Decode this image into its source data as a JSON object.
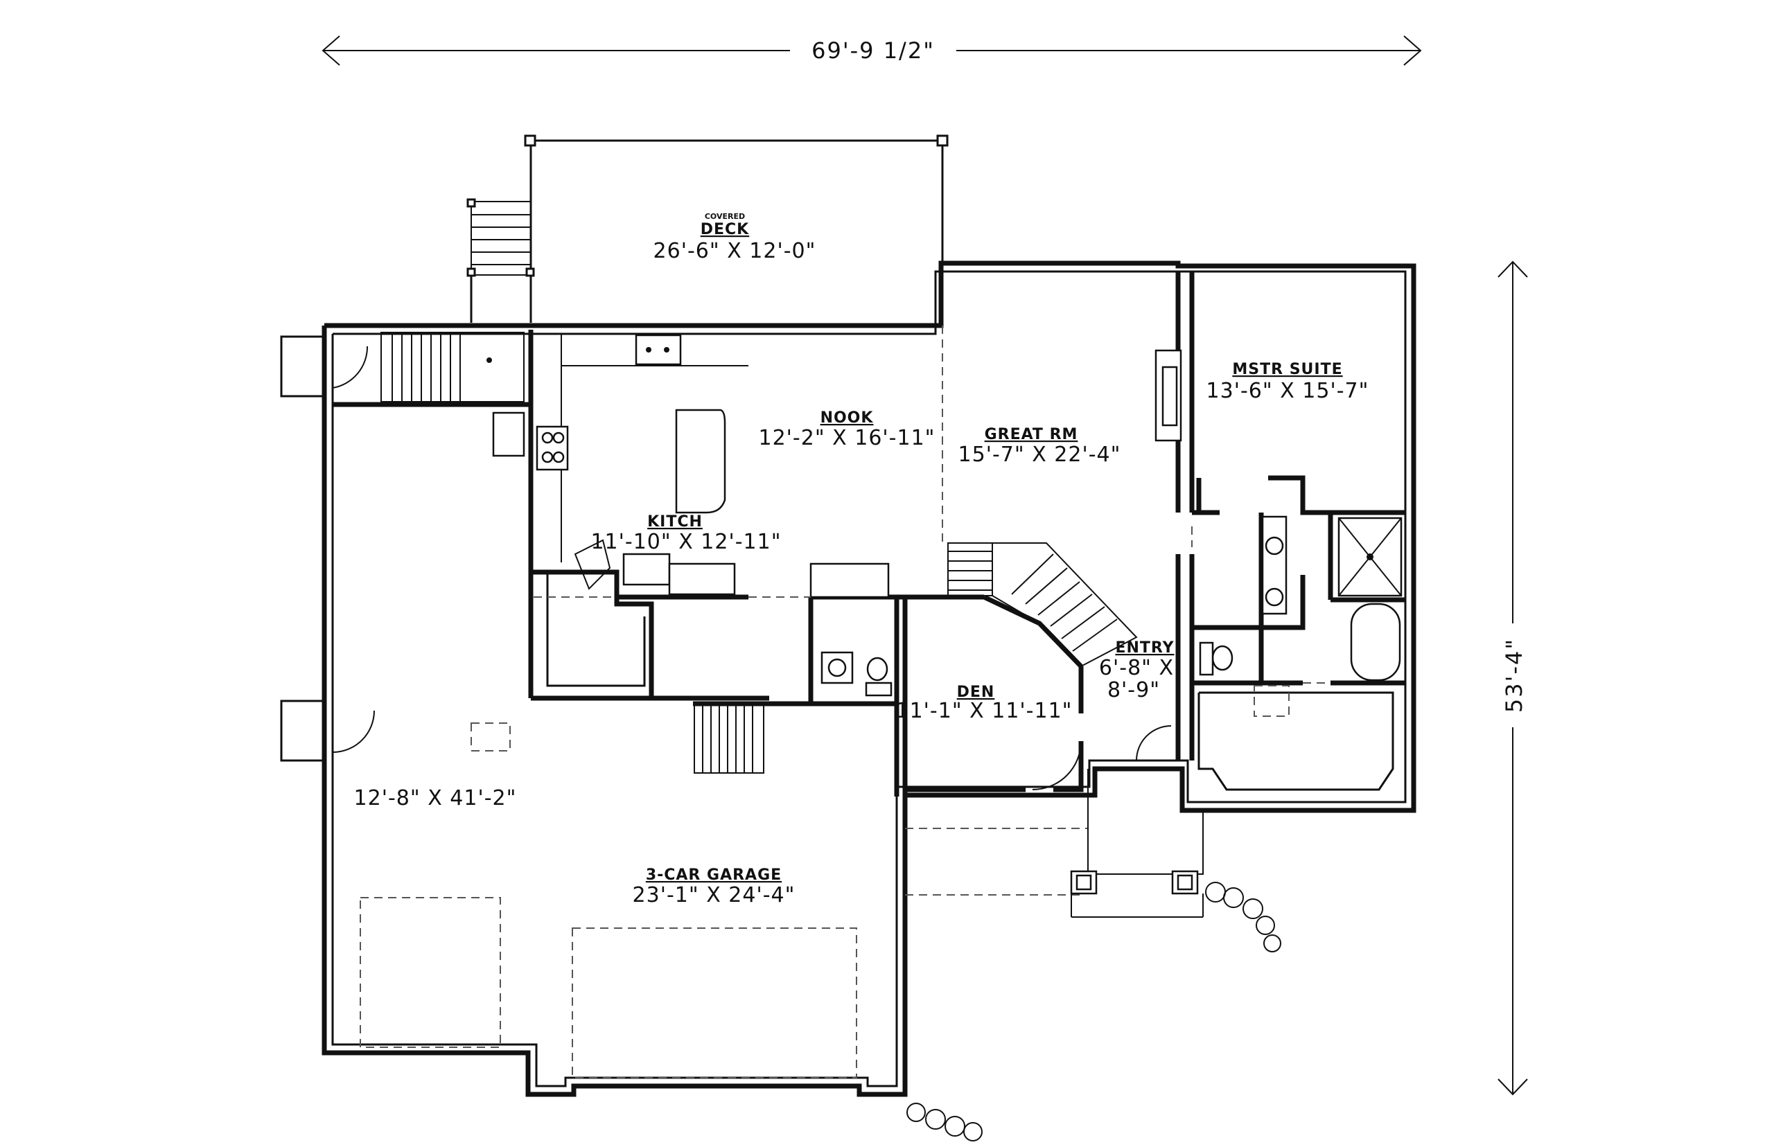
{
  "dimensions": {
    "width": "69'-9 1/2\"",
    "depth": "53'-4\""
  },
  "rooms": {
    "deck": {
      "note": "COVERED",
      "name": "DECK",
      "size": "26'-6\" X 12'-0\""
    },
    "nook": {
      "name": "NOOK",
      "size": "12'-2\" X 16'-11\""
    },
    "kitchen": {
      "name": "KITCH",
      "size": "11'-10\" X 12'-11\""
    },
    "great_room": {
      "name": "GREAT RM",
      "size": "15'-7\" X 22'-4\""
    },
    "master_suite": {
      "name": "MSTR SUITE",
      "size": "13'-6\" X 15'-7\""
    },
    "entry": {
      "name": "ENTRY",
      "size_line1": "6'-8\" X",
      "size_line2": "8'-9\""
    },
    "den": {
      "name": "DEN",
      "size": "11'-1\" X 11'-11\""
    },
    "garage_bay": {
      "size": "12'-8\" X 41'-2\""
    },
    "garage": {
      "name": "3-CAR GARAGE",
      "size": "23'-1\" X 24'-4\""
    }
  }
}
